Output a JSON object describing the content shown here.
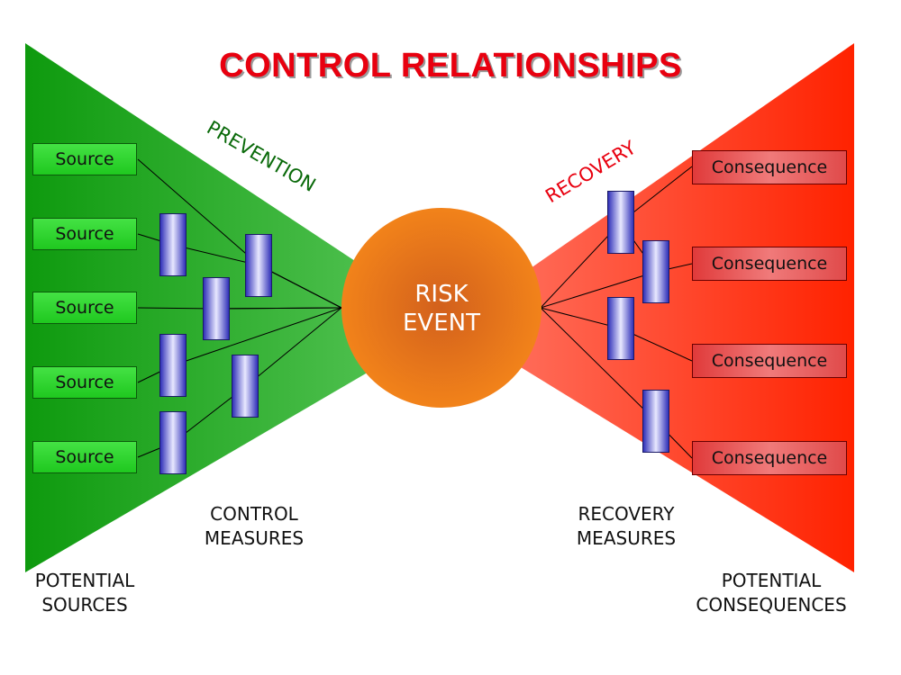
{
  "title": "CONTROL RELATIONSHIPS",
  "prevention_label": "PREVENTION",
  "recovery_label": "RECOVERY",
  "risk_event": {
    "line1": "RISK",
    "line2": "EVENT"
  },
  "sources": [
    "Source",
    "Source",
    "Source",
    "Source",
    "Source"
  ],
  "consequences": [
    "Consequence",
    "Consequence",
    "Consequence",
    "Consequence"
  ],
  "captions": {
    "control_measures": {
      "line1": "CONTROL",
      "line2": "MEASURES"
    },
    "recovery_measures": {
      "line1": "RECOVERY",
      "line2": "MEASURES"
    },
    "potential_sources": {
      "line1": "POTENTIAL",
      "line2": "SOURCES"
    },
    "potential_consequences": {
      "line1": "POTENTIAL",
      "line2": "CONSEQUENCES"
    }
  },
  "colors": {
    "title": "#e8000f",
    "prevention_text": "#0a6a0a",
    "recovery_text": "#e8000f",
    "left_triangle": "#22aa22",
    "right_triangle": "#ff3322",
    "risk_circle": "#f07a10",
    "barrier": "#3030b8"
  }
}
